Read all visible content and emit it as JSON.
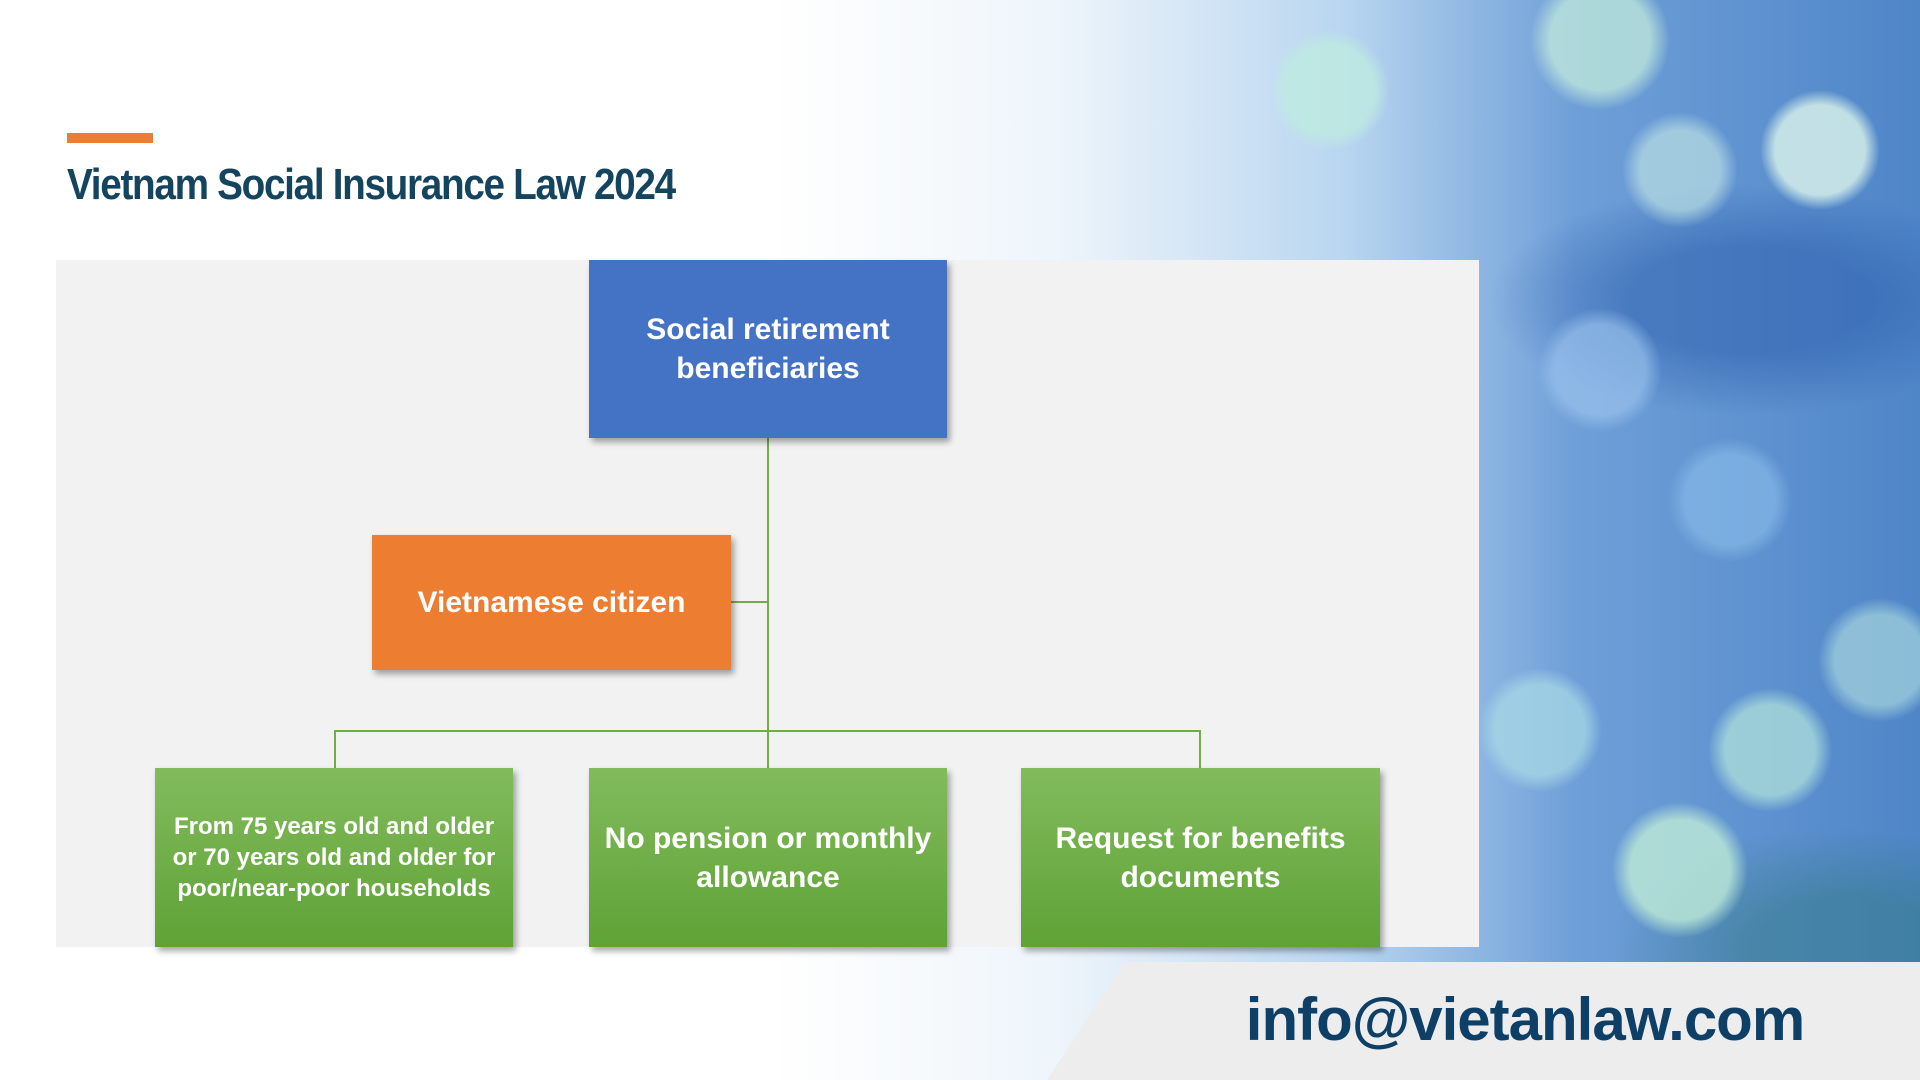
{
  "title": "Vietnam Social Insurance Law 2024",
  "diagram": {
    "root": "Social retirement beneficiaries",
    "side": "Vietnamese citizen",
    "children": [
      "From 75 years old and older or 70 years old and older for poor/near-poor households",
      "No pension or monthly allowance",
      "Request for benefits documents"
    ]
  },
  "footer": {
    "email": "info@vietanlaw.com"
  },
  "colors": {
    "root": "#4472c4",
    "side": "#ed7d31",
    "children": "#70ad47",
    "title": "#14445e"
  }
}
